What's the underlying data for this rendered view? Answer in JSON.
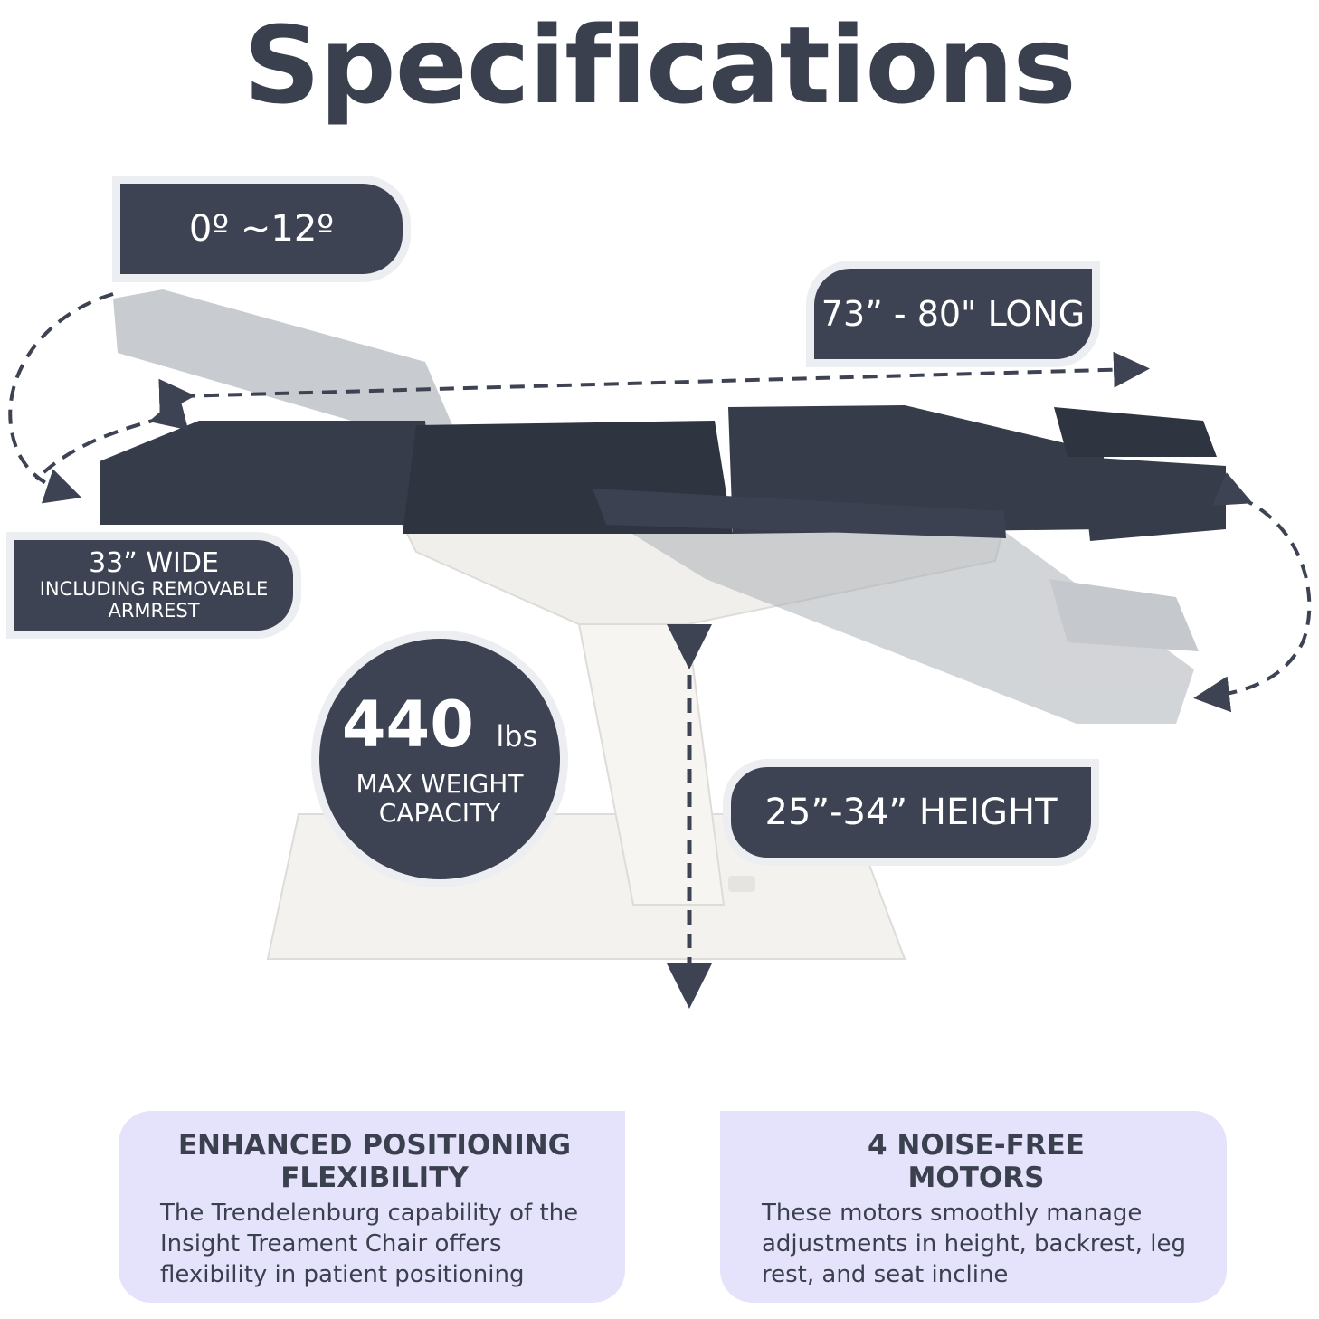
{
  "title": "Specifications",
  "callouts": {
    "tilt": "0º ~12º",
    "length": "73” - 80\" LONG",
    "width_main": "33” WIDE",
    "width_sub": "INCLUDING REMOVABLE ARMREST",
    "weight_value": "440",
    "weight_unit": "lbs",
    "weight_label": "MAX WEIGHT CAPACITY",
    "height": "25”-34” HEIGHT"
  },
  "features": [
    {
      "title": "ENHANCED POSITIONING\nFLEXIBILITY",
      "body": "The Trendelenburg capability of the Insight Treament Chair offers flexibility in patient positioning"
    },
    {
      "title": "4 NOISE-FREE\nMOTORS",
      "body": "These motors smoothly manage adjustments in height, backrest, leg rest, and seat incline"
    }
  ],
  "colors": {
    "navy": "#3d4352",
    "text": "#3a404d",
    "card": "#e5e3fb",
    "upholstery": "#363c4a",
    "base": "#f3f2ef"
  }
}
